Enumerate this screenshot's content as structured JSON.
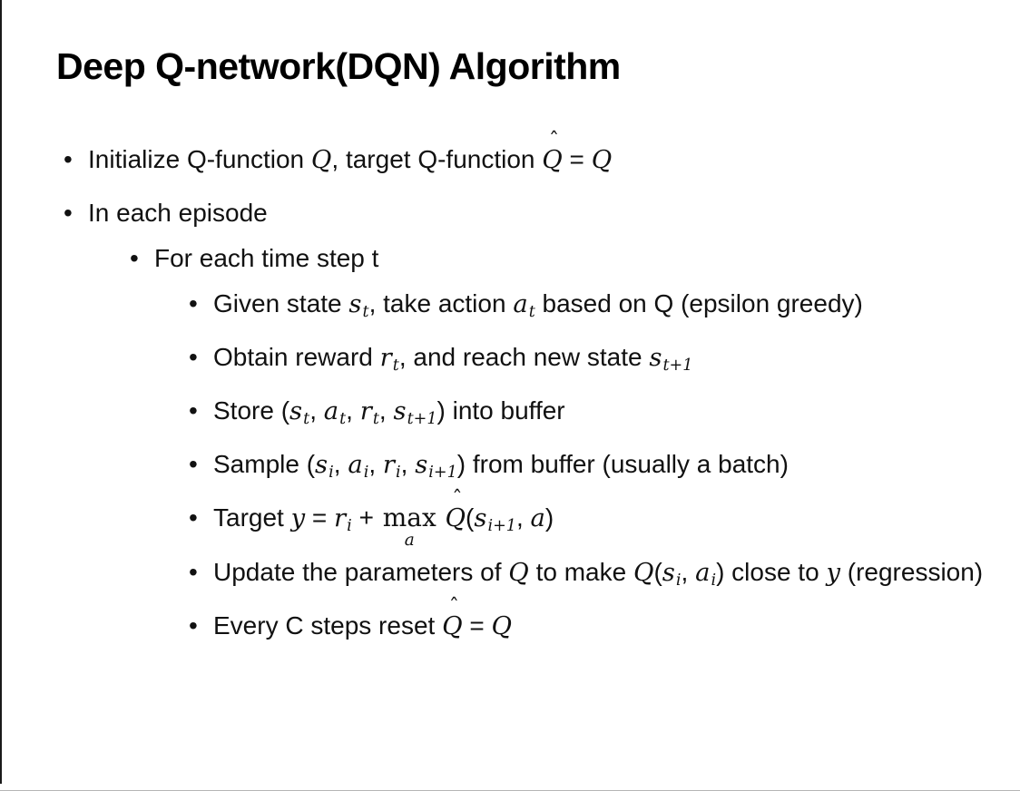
{
  "colors": {
    "background": "#ffffff",
    "text": "#111111",
    "title": "#000000"
  },
  "slide": {
    "title": "Deep Q-network(DQN) Algorithm",
    "bullet_char": "•",
    "bullets": [
      {
        "level": 1,
        "segments": [
          {
            "t": "Initialize Q-function "
          },
          {
            "v": "Q"
          },
          {
            "t": ", target Q-function "
          },
          {
            "v": "Q",
            "hat": true
          },
          {
            "t": " = "
          },
          {
            "v": "Q"
          }
        ]
      },
      {
        "level": 1,
        "segments": [
          {
            "t": "In each episode"
          }
        ]
      },
      {
        "level": 2,
        "segments": [
          {
            "t": "For each time step t"
          }
        ]
      },
      {
        "level": 3,
        "segments": [
          {
            "t": "Given state "
          },
          {
            "v": "s",
            "sub": "t"
          },
          {
            "t": ", take action "
          },
          {
            "v": "a",
            "sub": "t"
          },
          {
            "t": " based on Q (epsilon greedy)"
          }
        ]
      },
      {
        "level": 3,
        "segments": [
          {
            "t": "Obtain reward "
          },
          {
            "v": "r",
            "sub": "t"
          },
          {
            "t": ", and reach new state "
          },
          {
            "v": "s",
            "sub": "t+1"
          }
        ]
      },
      {
        "level": 3,
        "segments": [
          {
            "t": "Store ("
          },
          {
            "v": "s",
            "sub": "t"
          },
          {
            "t": ", "
          },
          {
            "v": "a",
            "sub": "t"
          },
          {
            "t": ", "
          },
          {
            "v": "r",
            "sub": "t"
          },
          {
            "t": ", "
          },
          {
            "v": "s",
            "sub": "t+1"
          },
          {
            "t": ") into buffer"
          }
        ]
      },
      {
        "level": 3,
        "segments": [
          {
            "t": "Sample ("
          },
          {
            "v": "s",
            "sub": "i"
          },
          {
            "t": ", "
          },
          {
            "v": "a",
            "sub": "i"
          },
          {
            "t": ", "
          },
          {
            "v": "r",
            "sub": "i"
          },
          {
            "t": ", "
          },
          {
            "v": "s",
            "sub": "i+1"
          },
          {
            "t": ") from buffer (usually a batch)"
          }
        ]
      },
      {
        "level": 3,
        "segments": [
          {
            "t": "Target "
          },
          {
            "v": "y"
          },
          {
            "t": " = "
          },
          {
            "v": "r",
            "sub": "i"
          },
          {
            "t": " + "
          },
          {
            "op": "max",
            "under": "a"
          },
          {
            "t": " "
          },
          {
            "v": "Q",
            "hat": true
          },
          {
            "t": "("
          },
          {
            "v": "s",
            "sub": "i+1"
          },
          {
            "t": ", "
          },
          {
            "v": "a"
          },
          {
            "t": ")"
          }
        ]
      },
      {
        "level": 3,
        "segments": [
          {
            "t": "Update the parameters of "
          },
          {
            "v": "Q"
          },
          {
            "t": " to make "
          },
          {
            "v": "Q"
          },
          {
            "t": "("
          },
          {
            "v": "s",
            "sub": "i"
          },
          {
            "t": ", "
          },
          {
            "v": "a",
            "sub": "i"
          },
          {
            "t": ") close to "
          },
          {
            "v": "y"
          },
          {
            "t": " (regression)"
          }
        ]
      },
      {
        "level": 3,
        "segments": [
          {
            "t": "Every C steps reset "
          },
          {
            "v": "Q",
            "hat": true
          },
          {
            "t": " = "
          },
          {
            "v": "Q"
          }
        ]
      }
    ]
  }
}
